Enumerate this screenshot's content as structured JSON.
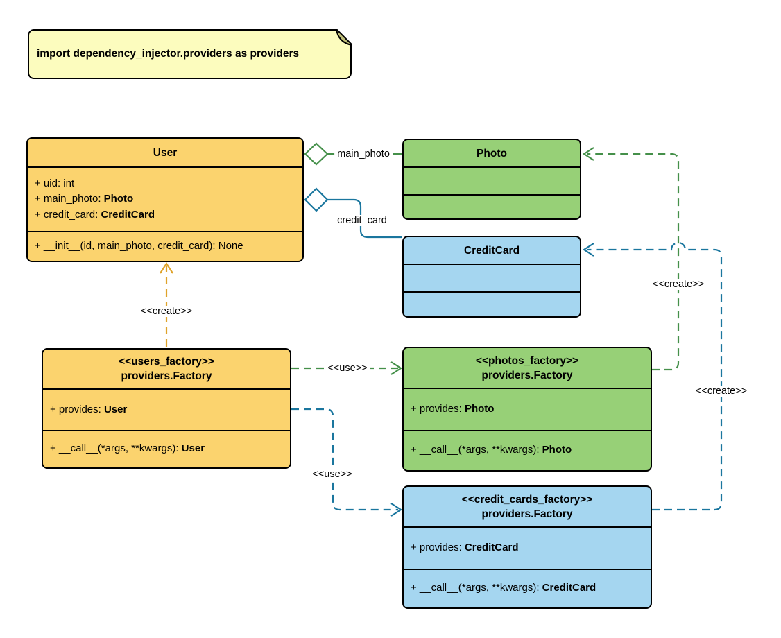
{
  "note": {
    "text": "import dependency_injector.providers as providers"
  },
  "colors": {
    "class_yellow": "#FBD36E",
    "class_green": "#97D077",
    "class_blue": "#A5D6F0",
    "note_fill": "#FCFCBE",
    "note_fold": "#BEBE78",
    "edge_yellow": "#DFA32B",
    "edge_green": "#45904A",
    "edge_blue": "#1A769E"
  },
  "classes": {
    "user": {
      "title": "User",
      "attributes": [
        {
          "prefix": "+ uid: int",
          "type": ""
        },
        {
          "prefix": "+ main_photo: ",
          "type": "Photo"
        },
        {
          "prefix": "+ credit_card: ",
          "type": "CreditCard"
        }
      ],
      "methods": [
        {
          "prefix": "+ __init__(id, main_photo, credit_card): None",
          "type": ""
        }
      ]
    },
    "photo": {
      "title": "Photo"
    },
    "credit_card": {
      "title": "CreditCard"
    },
    "users_factory": {
      "stereotype": "<<users_factory>>",
      "title": "providers.Factory",
      "attributes": [
        {
          "prefix": "+ provides: ",
          "type": "User"
        }
      ],
      "methods": [
        {
          "prefix": "+ __call__(*args, **kwargs): ",
          "type": "User"
        }
      ]
    },
    "photos_factory": {
      "stereotype": "<<photos_factory>>",
      "title": "providers.Factory",
      "attributes": [
        {
          "prefix": "+ provides: ",
          "type": "Photo"
        }
      ],
      "methods": [
        {
          "prefix": "+ __call__(*args, **kwargs): ",
          "type": "Photo"
        }
      ]
    },
    "credit_cards_factory": {
      "stereotype": "<<credit_cards_factory>>",
      "title": "providers.Factory",
      "attributes": [
        {
          "prefix": "+ provides: ",
          "type": "CreditCard"
        }
      ],
      "methods": [
        {
          "prefix": "+ __call__(*args, **kwargs): ",
          "type": "CreditCard"
        }
      ]
    }
  },
  "edges": {
    "main_photo": {
      "label": "main_photo"
    },
    "credit_card": {
      "label": "credit_card"
    },
    "user_create": {
      "label": "<<create>>"
    },
    "photos_use": {
      "label": "<<use>>"
    },
    "credit_cards_use": {
      "label": "<<use>>"
    },
    "photo_create": {
      "label": "<<create>>"
    },
    "credit_card_create": {
      "label": "<<create>>"
    }
  }
}
